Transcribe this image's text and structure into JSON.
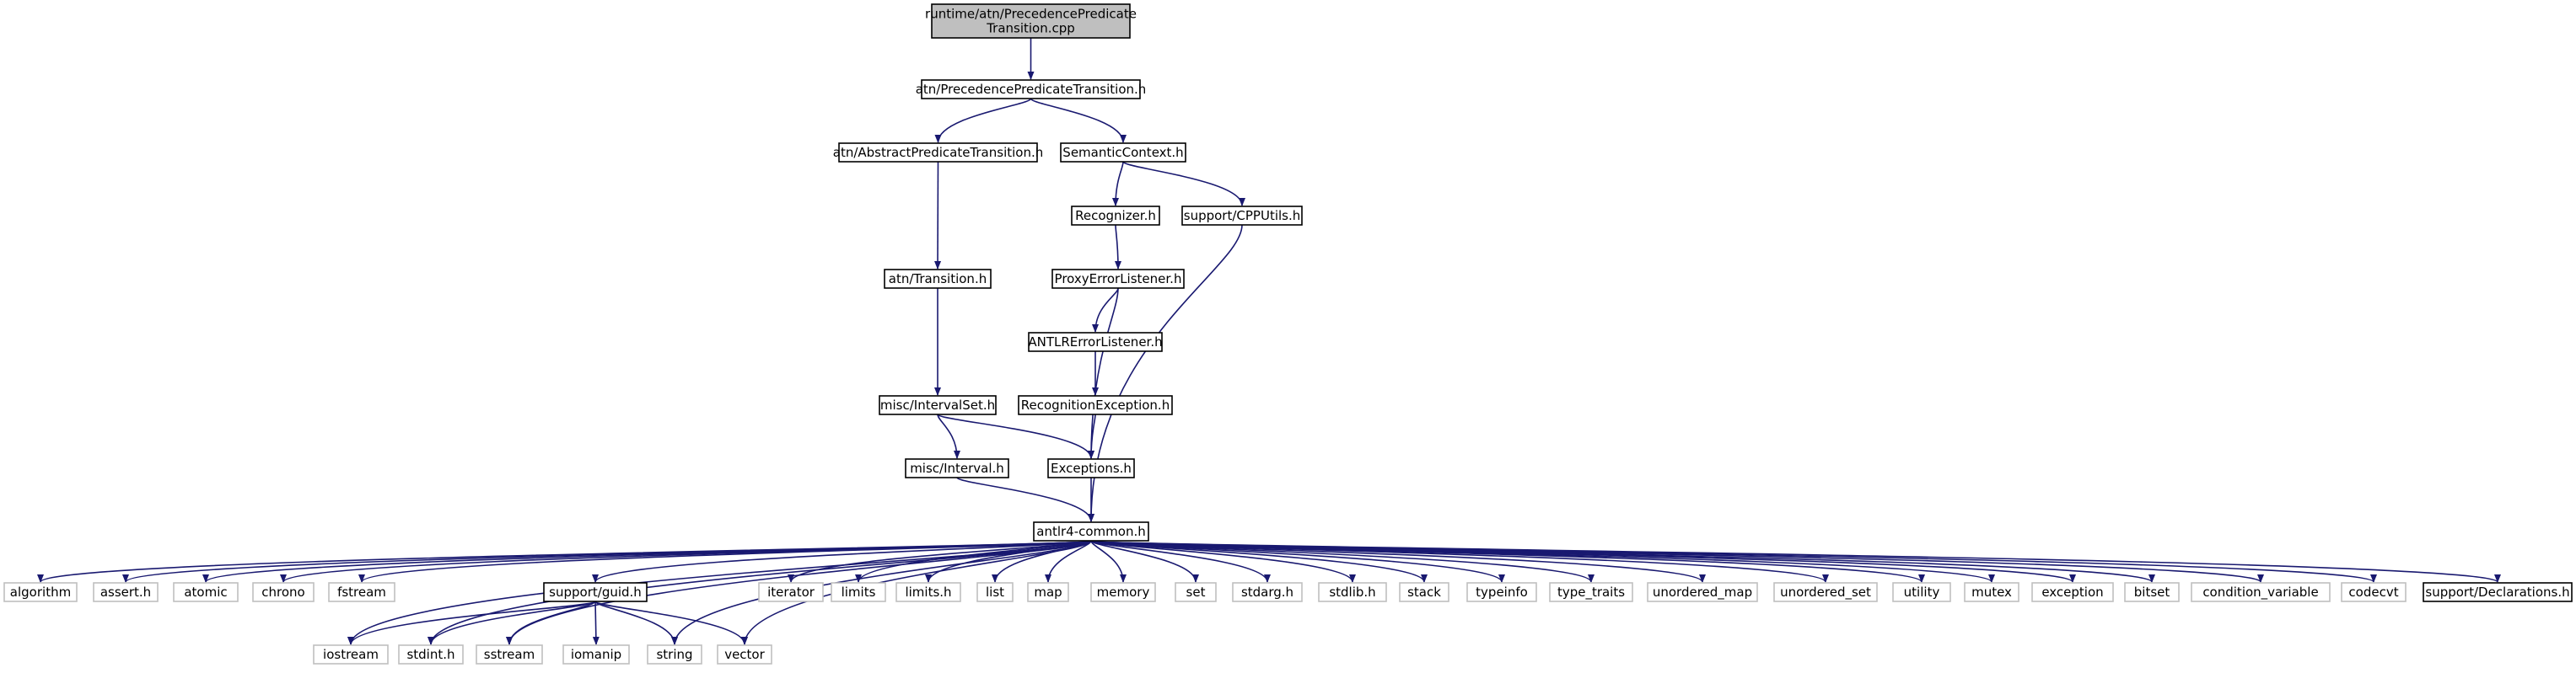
{
  "colors": {
    "background": "#ffffff",
    "node_fill": "#ffffff",
    "root_fill": "#bfbfbf",
    "node_border": "#000000",
    "external_border": "#bfbfbf",
    "edge": "#191970",
    "text": "#000000"
  },
  "nodes": [
    {
      "id": "root",
      "lines": [
        "runtime/atn/PrecedencePredicate",
        "Transition.cpp"
      ],
      "kind": "root"
    },
    {
      "id": "ppt_h",
      "lines": [
        "atn/PrecedencePredicateTransition.h"
      ],
      "kind": "local"
    },
    {
      "id": "apt_h",
      "lines": [
        "atn/AbstractPredicateTransition.h"
      ],
      "kind": "local"
    },
    {
      "id": "semctx_h",
      "lines": [
        "SemanticContext.h"
      ],
      "kind": "local"
    },
    {
      "id": "recognizer_h",
      "lines": [
        "Recognizer.h"
      ],
      "kind": "local"
    },
    {
      "id": "cpputils_h",
      "lines": [
        "support/CPPUtils.h"
      ],
      "kind": "local"
    },
    {
      "id": "transition_h",
      "lines": [
        "atn/Transition.h"
      ],
      "kind": "local"
    },
    {
      "id": "proxy_h",
      "lines": [
        "ProxyErrorListener.h"
      ],
      "kind": "local"
    },
    {
      "id": "antlrerr_h",
      "lines": [
        "ANTLRErrorListener.h"
      ],
      "kind": "local"
    },
    {
      "id": "intervalset_h",
      "lines": [
        "misc/IntervalSet.h"
      ],
      "kind": "local"
    },
    {
      "id": "recexc_h",
      "lines": [
        "RecognitionException.h"
      ],
      "kind": "local"
    },
    {
      "id": "interval_h",
      "lines": [
        "misc/Interval.h"
      ],
      "kind": "local"
    },
    {
      "id": "exceptions_h",
      "lines": [
        "Exceptions.h"
      ],
      "kind": "local"
    },
    {
      "id": "common_h",
      "lines": [
        "antlr4-common.h"
      ],
      "kind": "local"
    },
    {
      "id": "algorithm",
      "lines": [
        "algorithm"
      ],
      "kind": "external"
    },
    {
      "id": "assert_h",
      "lines": [
        "assert.h"
      ],
      "kind": "external"
    },
    {
      "id": "atomic",
      "lines": [
        "atomic"
      ],
      "kind": "external"
    },
    {
      "id": "chrono",
      "lines": [
        "chrono"
      ],
      "kind": "external"
    },
    {
      "id": "fstream",
      "lines": [
        "fstream"
      ],
      "kind": "external"
    },
    {
      "id": "guid_h",
      "lines": [
        "support/guid.h"
      ],
      "kind": "local"
    },
    {
      "id": "iterator",
      "lines": [
        "iterator"
      ],
      "kind": "external"
    },
    {
      "id": "limits",
      "lines": [
        "limits"
      ],
      "kind": "external"
    },
    {
      "id": "limits_h",
      "lines": [
        "limits.h"
      ],
      "kind": "external"
    },
    {
      "id": "list",
      "lines": [
        "list"
      ],
      "kind": "external"
    },
    {
      "id": "map",
      "lines": [
        "map"
      ],
      "kind": "external"
    },
    {
      "id": "memory",
      "lines": [
        "memory"
      ],
      "kind": "external"
    },
    {
      "id": "set",
      "lines": [
        "set"
      ],
      "kind": "external"
    },
    {
      "id": "stdarg_h",
      "lines": [
        "stdarg.h"
      ],
      "kind": "external"
    },
    {
      "id": "stdlib_h",
      "lines": [
        "stdlib.h"
      ],
      "kind": "external"
    },
    {
      "id": "stack",
      "lines": [
        "stack"
      ],
      "kind": "external"
    },
    {
      "id": "typeinfo",
      "lines": [
        "typeinfo"
      ],
      "kind": "external"
    },
    {
      "id": "type_traits",
      "lines": [
        "type_traits"
      ],
      "kind": "external"
    },
    {
      "id": "unordered_map",
      "lines": [
        "unordered_map"
      ],
      "kind": "external"
    },
    {
      "id": "unordered_set",
      "lines": [
        "unordered_set"
      ],
      "kind": "external"
    },
    {
      "id": "utility",
      "lines": [
        "utility"
      ],
      "kind": "external"
    },
    {
      "id": "mutex",
      "lines": [
        "mutex"
      ],
      "kind": "external"
    },
    {
      "id": "exception",
      "lines": [
        "exception"
      ],
      "kind": "external"
    },
    {
      "id": "bitset",
      "lines": [
        "bitset"
      ],
      "kind": "external"
    },
    {
      "id": "condition_variable",
      "lines": [
        "condition_variable"
      ],
      "kind": "external"
    },
    {
      "id": "codecvt",
      "lines": [
        "codecvt"
      ],
      "kind": "external"
    },
    {
      "id": "declarations_h",
      "lines": [
        "support/Declarations.h"
      ],
      "kind": "local"
    },
    {
      "id": "iostream",
      "lines": [
        "iostream"
      ],
      "kind": "external"
    },
    {
      "id": "stdint_h",
      "lines": [
        "stdint.h"
      ],
      "kind": "external"
    },
    {
      "id": "sstream",
      "lines": [
        "sstream"
      ],
      "kind": "external"
    },
    {
      "id": "iomanip",
      "lines": [
        "iomanip"
      ],
      "kind": "external"
    },
    {
      "id": "string",
      "lines": [
        "string"
      ],
      "kind": "external"
    },
    {
      "id": "vector",
      "lines": [
        "vector"
      ],
      "kind": "external"
    }
  ],
  "edges": [
    [
      "root",
      "ppt_h"
    ],
    [
      "ppt_h",
      "apt_h"
    ],
    [
      "ppt_h",
      "semctx_h"
    ],
    [
      "apt_h",
      "transition_h"
    ],
    [
      "semctx_h",
      "recognizer_h"
    ],
    [
      "semctx_h",
      "cpputils_h"
    ],
    [
      "recognizer_h",
      "proxy_h"
    ],
    [
      "cpputils_h",
      "common_h"
    ],
    [
      "transition_h",
      "intervalset_h"
    ],
    [
      "proxy_h",
      "antlrerr_h"
    ],
    [
      "proxy_h",
      "exceptions_h"
    ],
    [
      "antlrerr_h",
      "recexc_h"
    ],
    [
      "intervalset_h",
      "interval_h"
    ],
    [
      "intervalset_h",
      "exceptions_h"
    ],
    [
      "recexc_h",
      "exceptions_h"
    ],
    [
      "interval_h",
      "common_h"
    ],
    [
      "exceptions_h",
      "common_h"
    ],
    [
      "common_h",
      "algorithm"
    ],
    [
      "common_h",
      "assert_h"
    ],
    [
      "common_h",
      "atomic"
    ],
    [
      "common_h",
      "chrono"
    ],
    [
      "common_h",
      "fstream"
    ],
    [
      "common_h",
      "guid_h"
    ],
    [
      "common_h",
      "iterator"
    ],
    [
      "common_h",
      "limits"
    ],
    [
      "common_h",
      "limits_h"
    ],
    [
      "common_h",
      "list"
    ],
    [
      "common_h",
      "map"
    ],
    [
      "common_h",
      "memory"
    ],
    [
      "common_h",
      "set"
    ],
    [
      "common_h",
      "stdarg_h"
    ],
    [
      "common_h",
      "stdlib_h"
    ],
    [
      "common_h",
      "stack"
    ],
    [
      "common_h",
      "typeinfo"
    ],
    [
      "common_h",
      "type_traits"
    ],
    [
      "common_h",
      "unordered_map"
    ],
    [
      "common_h",
      "unordered_set"
    ],
    [
      "common_h",
      "utility"
    ],
    [
      "common_h",
      "mutex"
    ],
    [
      "common_h",
      "exception"
    ],
    [
      "common_h",
      "bitset"
    ],
    [
      "common_h",
      "condition_variable"
    ],
    [
      "common_h",
      "codecvt"
    ],
    [
      "common_h",
      "declarations_h"
    ],
    [
      "common_h",
      "iostream"
    ],
    [
      "common_h",
      "stdint_h"
    ],
    [
      "common_h",
      "sstream"
    ],
    [
      "common_h",
      "string"
    ],
    [
      "common_h",
      "vector"
    ],
    [
      "guid_h",
      "iostream"
    ],
    [
      "guid_h",
      "stdint_h"
    ],
    [
      "guid_h",
      "sstream"
    ],
    [
      "guid_h",
      "iomanip"
    ],
    [
      "guid_h",
      "string"
    ],
    [
      "guid_h",
      "vector"
    ]
  ]
}
